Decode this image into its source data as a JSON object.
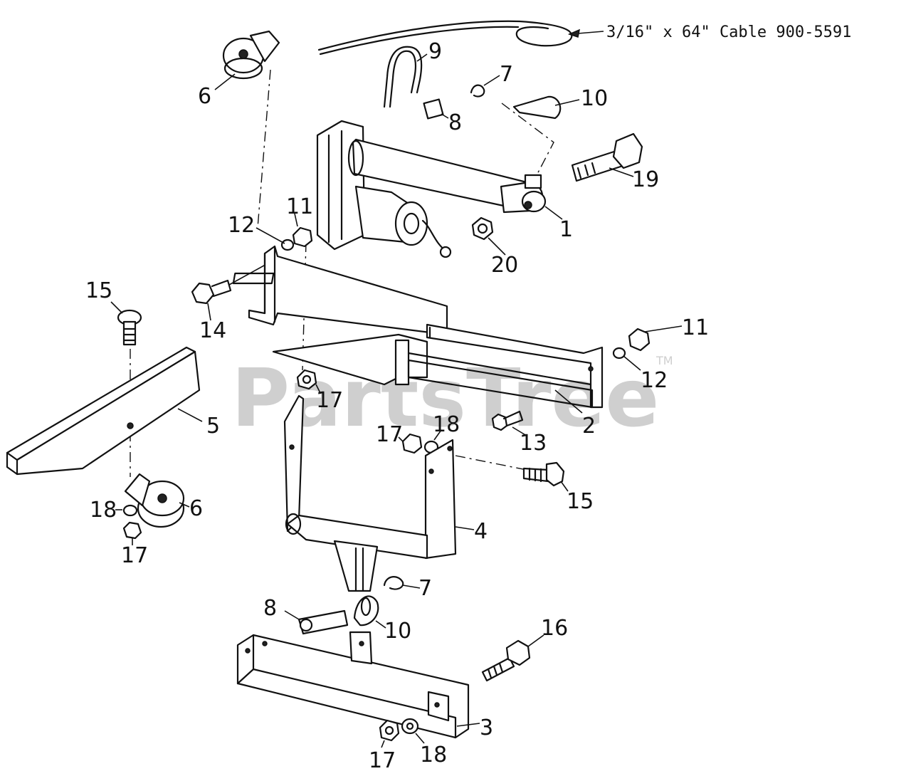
{
  "watermark": {
    "brand": "PartsTree",
    "trademark": "TM"
  },
  "cable_label": "3/16\" x 64\" Cable  900-5591",
  "callouts": {
    "c1": "1",
    "c2": "2",
    "c3": "3",
    "c4": "4",
    "c5": "5",
    "c6a": "6",
    "c6b": "6",
    "c7a": "7",
    "c7b": "7",
    "c8a": "8",
    "c8b": "8",
    "c9": "9",
    "c10a": "10",
    "c10b": "10",
    "c11a": "11",
    "c11b": "11",
    "c12a": "12",
    "c12b": "12",
    "c13": "13",
    "c14": "14",
    "c15a": "15",
    "c15b": "15",
    "c16": "16",
    "c17a": "17",
    "c17b": "17",
    "c17c": "17",
    "c17d": "17",
    "c18a": "18",
    "c18b": "18",
    "c18c": "18",
    "c19": "19",
    "c20": "20"
  }
}
